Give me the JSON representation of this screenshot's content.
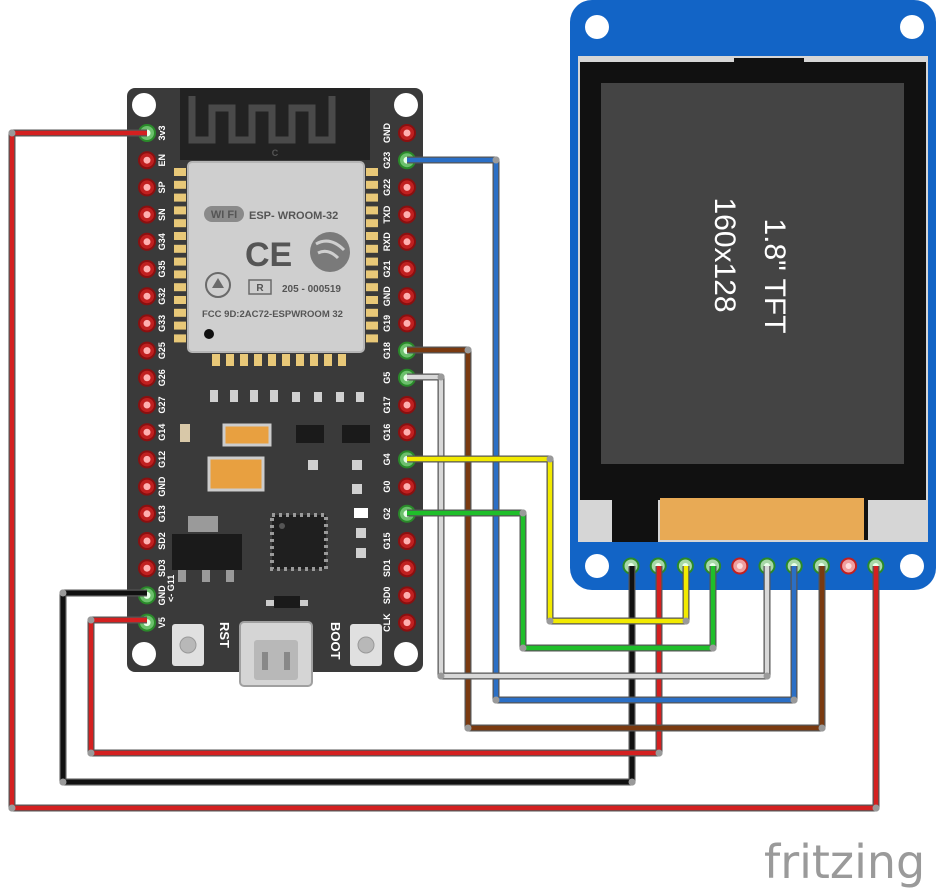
{
  "colors": {
    "red": "#d42020",
    "black": "#111111",
    "blue": "#2a6fc6",
    "brown": "#7a3a10",
    "white_wire": "#d8d8d8",
    "yellow": "#f2ea00",
    "green": "#1fbf2a",
    "board": "#3a3a3a",
    "display_frame": "#1264c6",
    "screen": "#444444"
  },
  "board": {
    "module_name": "ESP- WROOM-32",
    "wifi_logo": "WI FI",
    "ce_mark": "CE",
    "cert_r": "R",
    "cert_number": "205 - 000519",
    "fcc_id": "FCC 9D:2AC72-ESPWROOM 32",
    "antenna_label": "C",
    "left_pins": [
      "3v3",
      "EN",
      "SP",
      "SN",
      "G34",
      "G35",
      "G32",
      "G33",
      "G25",
      "G26",
      "G27",
      "G14",
      "G12",
      "GND",
      "G13",
      "SD2",
      "SD3",
      "GND",
      "V5"
    ],
    "right_pins": [
      "GND",
      "G23",
      "G22",
      "TXD",
      "RXD",
      "G21",
      "GND",
      "G19",
      "G18",
      "G5",
      "G17",
      "G16",
      "G4",
      "G0",
      "G2",
      "G15",
      "SD1",
      "SD0",
      "CLK"
    ],
    "g11_note": "<- G11",
    "rst_label": "RST",
    "boot_label": "BOOT"
  },
  "display": {
    "line1": "1.8\" TFT",
    "line2": "160x128",
    "pin_count": 10
  },
  "brand": "fritzing"
}
